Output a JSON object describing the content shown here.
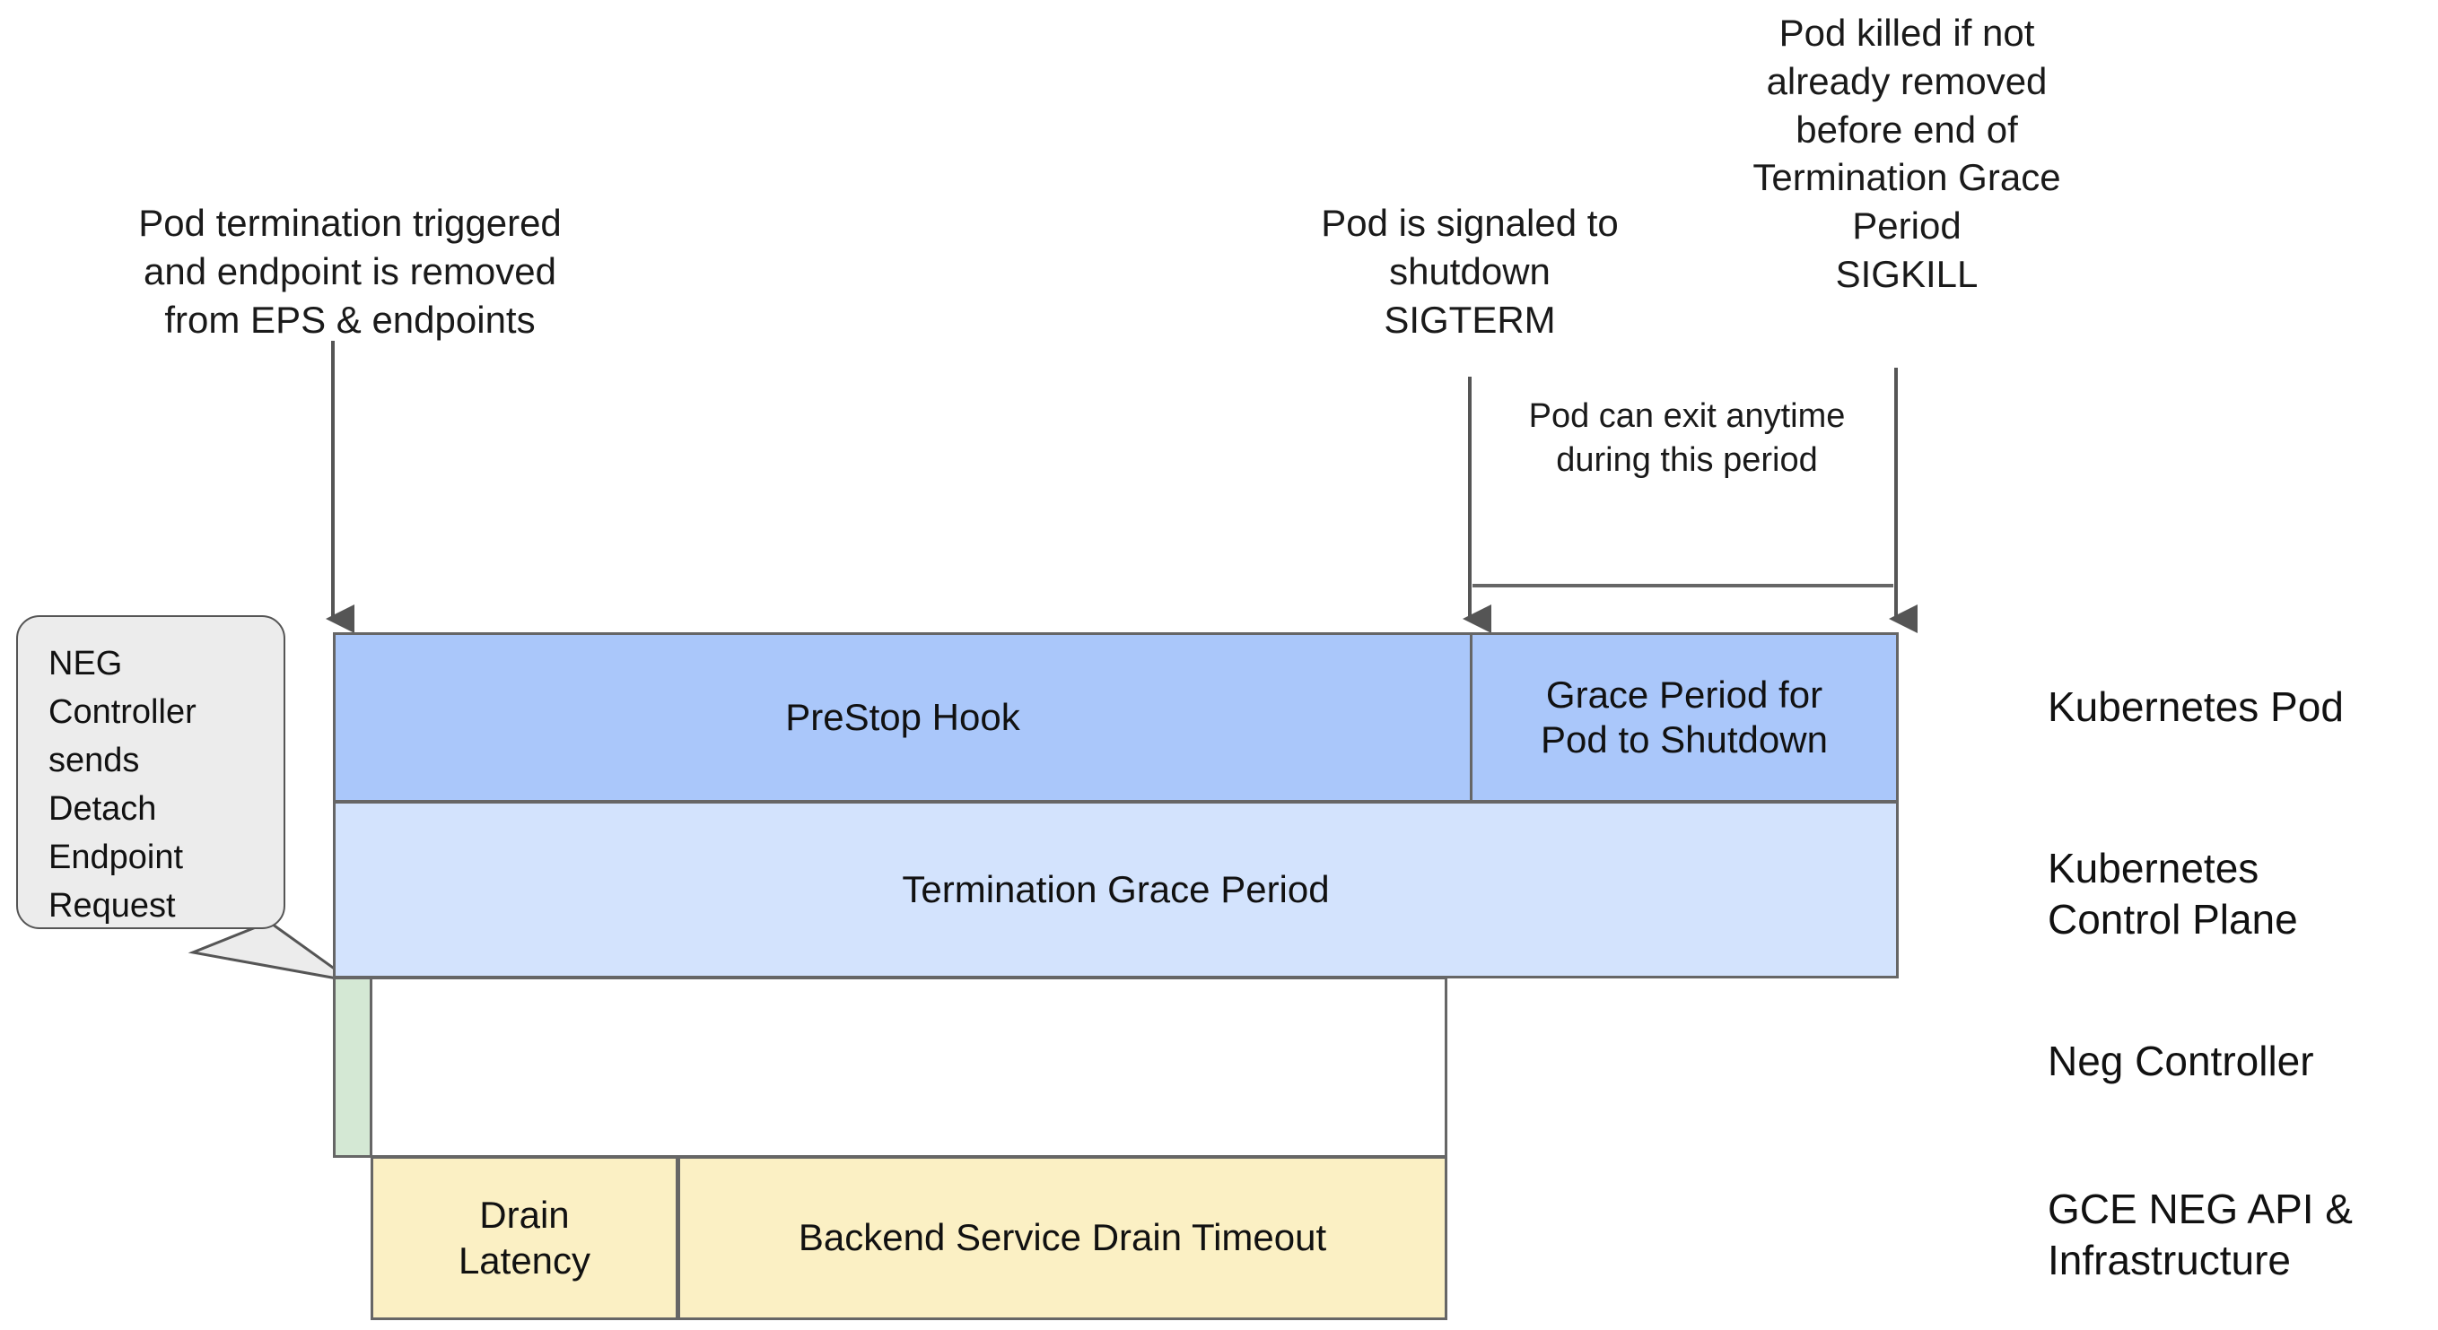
{
  "annotations": {
    "pod_termination": "Pod termination triggered\nand endpoint is removed\nfrom EPS & endpoints",
    "sigterm": "Pod is signaled to\nshutdown\nSIGTERM",
    "sigkill": "Pod killed if not\nalready removed\nbefore end of\nTermination Grace\nPeriod\nSIGKILL",
    "pod_can_exit": "Pod can exit anytime\nduring this period"
  },
  "callout": {
    "text": "NEG\nController\nsends\nDetach\nEndpoint\nRequest"
  },
  "bars": {
    "prestop": "PreStop Hook",
    "grace_period": "Grace Period for\nPod to Shutdown",
    "termination_grace_period": "Termination Grace Period",
    "neg_green": "",
    "neg_white": "",
    "drain_latency": "Drain\nLatency",
    "backend_drain_timeout": "Backend Service Drain Timeout"
  },
  "legend": {
    "kubernetes_pod": "Kubernetes Pod",
    "kubernetes_control_plane": "Kubernetes\nControl Plane",
    "neg_controller": "Neg Controller",
    "gce_neg_api": "GCE NEG API &\nInfrastructure"
  },
  "colors": {
    "prestop_blue": "#aac7fa",
    "grace_blue": "#aac7fa",
    "tgp_light_blue": "#d3e3fd",
    "neg_green": "#d4e8d4",
    "yellow": "#fbf0c4",
    "border_gray": "#666666",
    "callout_gray": "#ececec",
    "arrow_gray": "#555555"
  }
}
